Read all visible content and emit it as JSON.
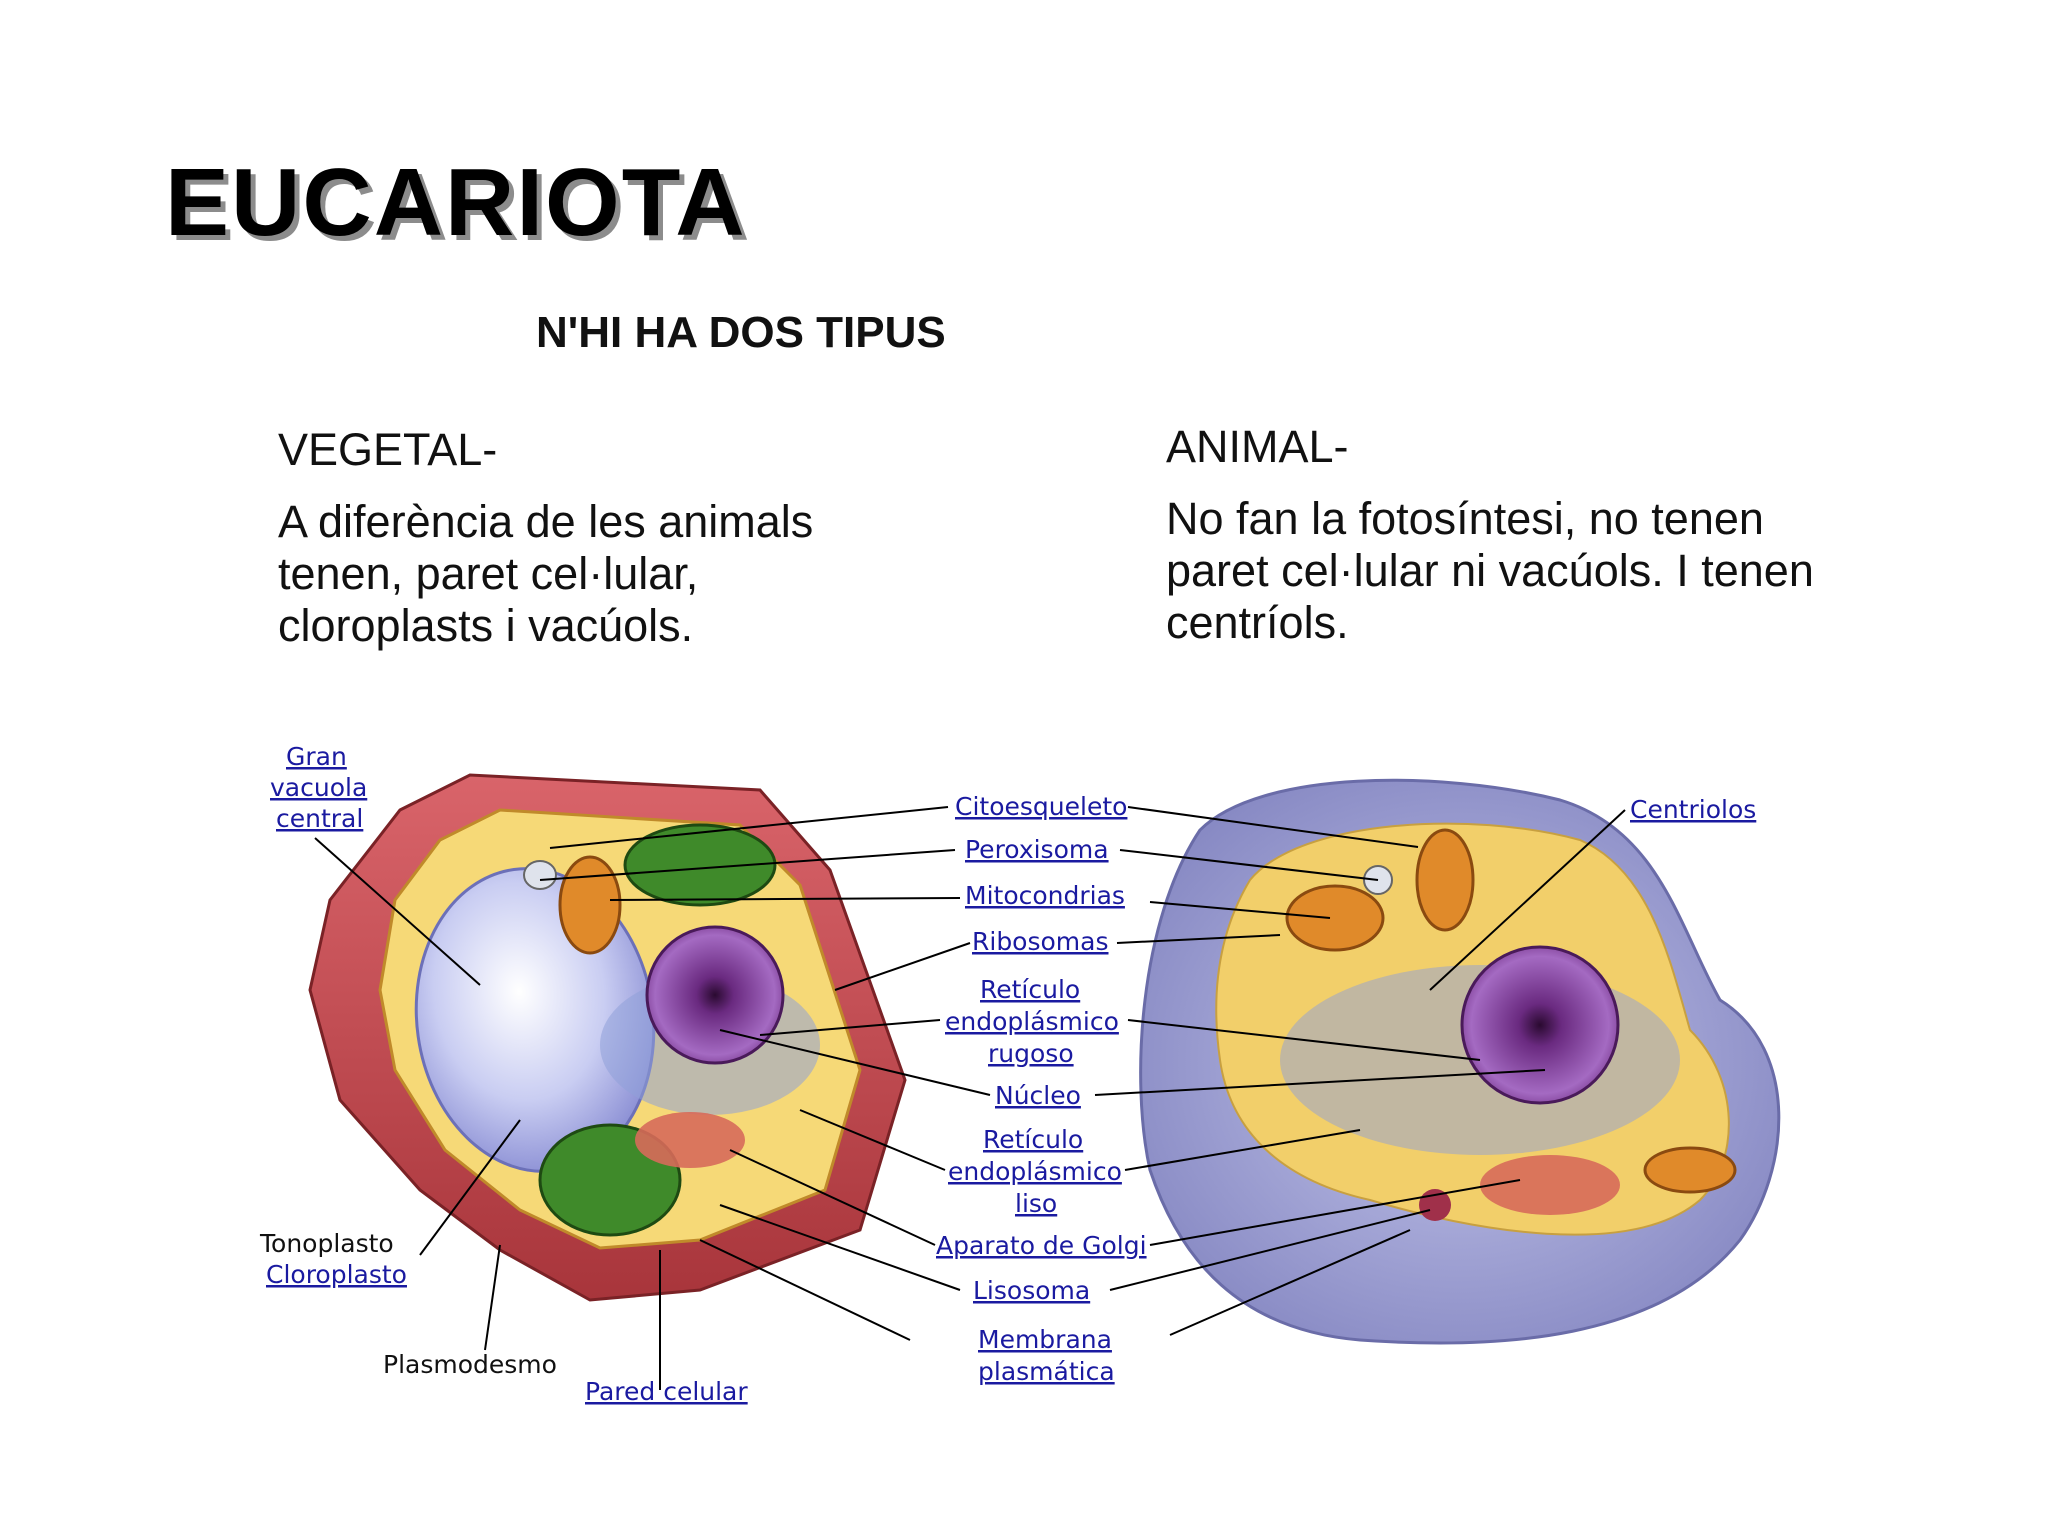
{
  "slide": {
    "title": "EUCARIOTA",
    "subtitle": "N'HI HA DOS TIPUS",
    "vegetal": {
      "heading": "VEGETAL-",
      "text": "A diferència de les animals tenen, paret cel·lular, cloroplasts i vacúols."
    },
    "animal": {
      "heading": "ANIMAL-",
      "text": "No fan la fotosíntesi, no tenen paret cel·lular ni vacúols. I tenen centríols."
    }
  },
  "diagram": {
    "plant_labels": {
      "gran_vacuola": [
        "Gran",
        "vacuola",
        "central"
      ],
      "tonoplasto": "Tonoplasto",
      "cloroplasto": "Cloroplasto",
      "plasmodesmo": "Plasmodesmo",
      "pared_celular": "Pared celular"
    },
    "shared_labels": {
      "citoesqueleto": "Citoesqueleto",
      "peroxisoma": "Peroxisoma",
      "mitocondrias": "Mitocondrias",
      "ribosomas": "Ribosomas",
      "rer": [
        "Retículo",
        "endoplásmico",
        "rugoso"
      ],
      "nucleo": "Núcleo",
      "rel": [
        "Retículo",
        "endoplásmico",
        "liso"
      ],
      "golgi": "Aparato de Golgi",
      "lisosoma": "Lisosoma",
      "membrana": [
        "Membrana",
        "plasmática"
      ]
    },
    "animal_labels": {
      "centriolos": "Centriolos"
    },
    "colors": {
      "label_link": "#1a1aa0",
      "cell_wall": "#c0444a",
      "cytoplasm": "#f2cf6a",
      "vacuole": "#c9cdf2",
      "chloroplast": "#3f8a2a",
      "nucleus": "#8a4aa8",
      "animal_membrane": "#9a9ccc",
      "mitochondria": "#e08a2a"
    }
  }
}
